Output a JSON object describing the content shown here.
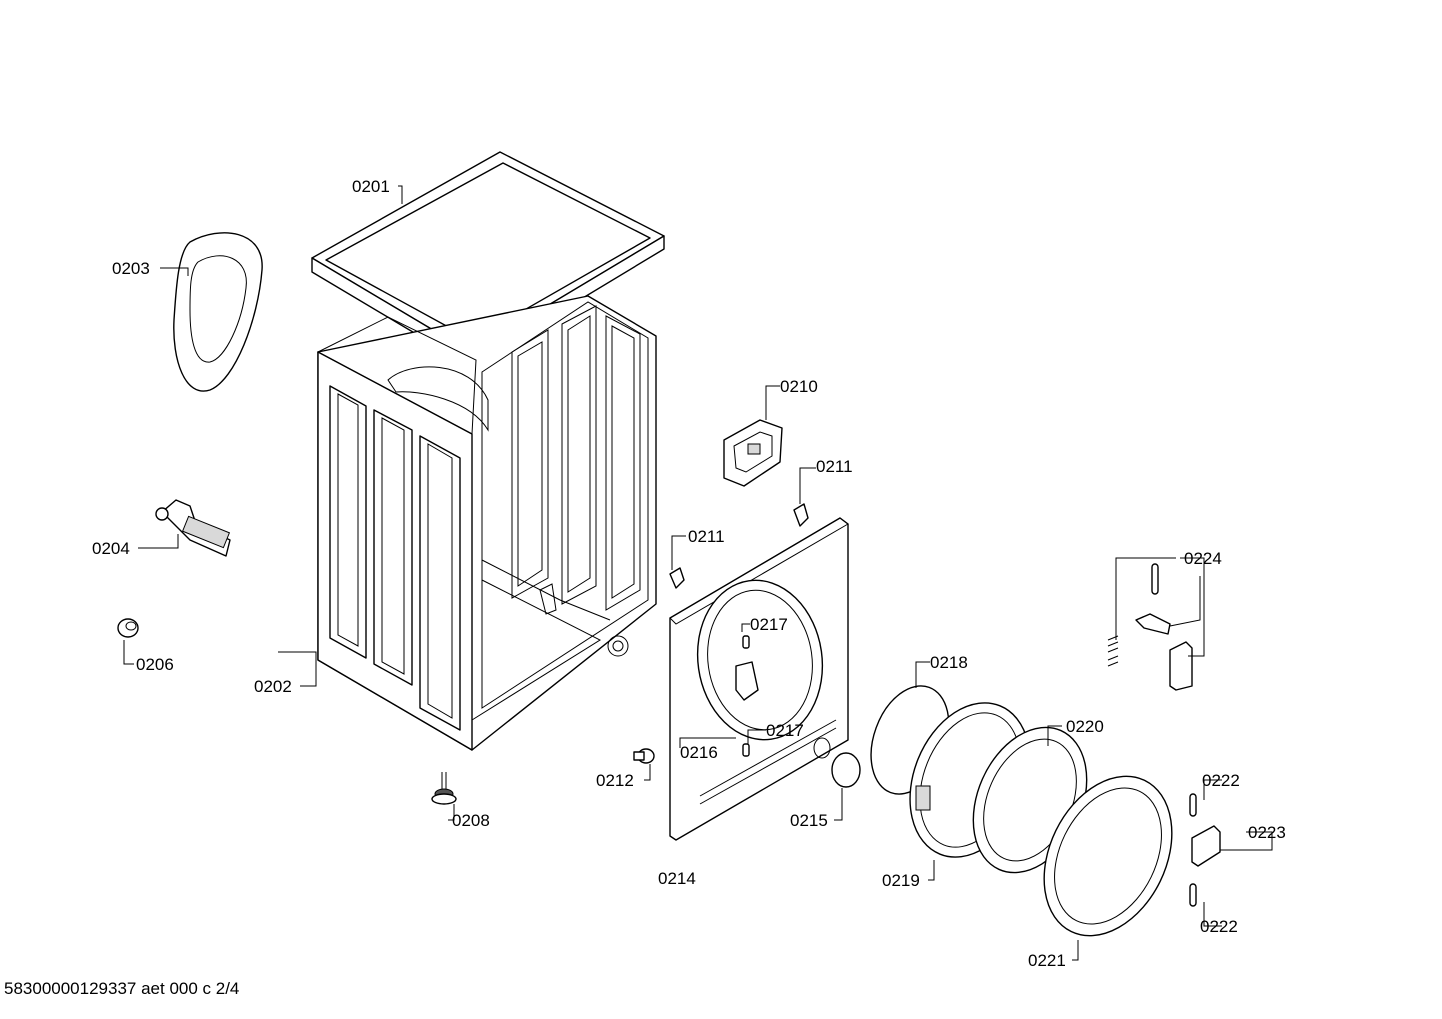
{
  "footer": "58300000129337 aet 000 c 2/4",
  "parts": [
    {
      "id": "p0201",
      "label": "0201"
    },
    {
      "id": "p0202",
      "label": "0202"
    },
    {
      "id": "p0203",
      "label": "0203"
    },
    {
      "id": "p0204",
      "label": "0204"
    },
    {
      "id": "p0206",
      "label": "0206"
    },
    {
      "id": "p0208",
      "label": "0208"
    },
    {
      "id": "p0210",
      "label": "0210"
    },
    {
      "id": "p0211a",
      "label": "0211"
    },
    {
      "id": "p0211b",
      "label": "0211"
    },
    {
      "id": "p0212",
      "label": "0212"
    },
    {
      "id": "p0214",
      "label": "0214"
    },
    {
      "id": "p0215",
      "label": "0215"
    },
    {
      "id": "p0216",
      "label": "0216"
    },
    {
      "id": "p0217a",
      "label": "0217"
    },
    {
      "id": "p0217b",
      "label": "0217"
    },
    {
      "id": "p0218",
      "label": "0218"
    },
    {
      "id": "p0219",
      "label": "0219"
    },
    {
      "id": "p0220",
      "label": "0220"
    },
    {
      "id": "p0221",
      "label": "0221"
    },
    {
      "id": "p0222a",
      "label": "0222"
    },
    {
      "id": "p0222b",
      "label": "0222"
    },
    {
      "id": "p0223",
      "label": "0223"
    },
    {
      "id": "p0224",
      "label": "0224"
    }
  ]
}
